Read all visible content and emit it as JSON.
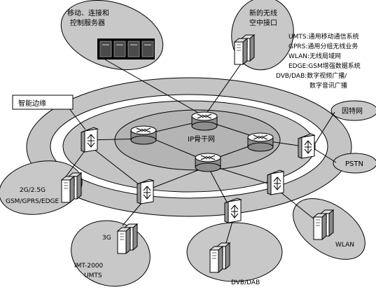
{
  "colors": {
    "background": "#ffffff",
    "ring": "#c4c4c4",
    "core": "#b4b4b4",
    "cloud": "#c8c8c8",
    "line": "#000000"
  },
  "labels": {
    "servers": [
      "移动、连接和",
      "控制服务器"
    ],
    "new_air": [
      "新的无线",
      "空中接口"
    ],
    "edge": "智能边缘",
    "core": "IP骨干网",
    "internet": "因特网",
    "pstn": "PSTN",
    "gsm": [
      "2G/2.5G",
      "GSM/GPRS/EDGE"
    ],
    "imt": [
      "3G",
      "IMT-2000",
      "UMTS"
    ],
    "dvb": "DVB/DAB",
    "wlan": "WLAN"
  },
  "legend": [
    "UMTS:通用移动通信系统",
    "GPRS:通用分组无线业务",
    "WLAN:无线局域网",
    "EDGE:GSM增强数据系统",
    "DVB/DAB:数字视频广播/",
    "数字音讯广播"
  ],
  "icons": {
    "router": "router-icon",
    "edge_switch": "edge-switch-icon",
    "server_tower": "server-tower-icon"
  }
}
